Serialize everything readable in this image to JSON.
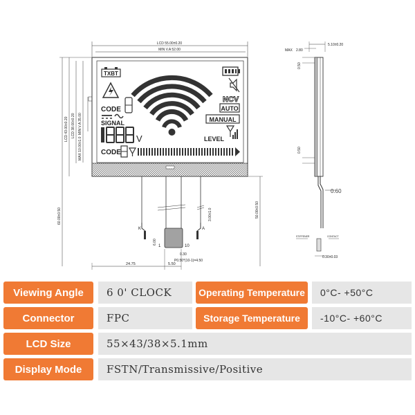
{
  "drawing": {
    "lcd_width_dim": "LCD 55.00±0.20",
    "min_va_width_dim": "MIN V.A 52.00",
    "lcd_height_dim": "LCD 43.00±0.20",
    "lcd_height_dim2": "LCD 38.00±0.20",
    "min_va_height_dim": "MIN V.A 35.00",
    "max_dim": "MAX 10.00±1.0",
    "total_height_dim": "60.00±0.50",
    "fpc_length_dim": "50.00±0.50",
    "fpc_small_dim": "3.00±1.0",
    "left_offset_dim": "24.75",
    "fpc_width_dim": "5.50",
    "pitch_dim": "P0.50*(10-1)=4.50",
    "pin_gap_dim": "0.30",
    "pin_height_dim": "6.00",
    "pin1": "1",
    "pin10": "10",
    "k_label": "K",
    "a_label": "A",
    "side_max_label": "MAX",
    "side_max_val": "2.80",
    "side_thickness": "5.10±0.20",
    "side_050_top": "0.50",
    "side_050_mid": "0.50",
    "side_060": "0.60",
    "side_bottom_dim": "0.30±0.03",
    "side_stiffener": "STIFFENER",
    "side_contact": "CONTACT",
    "seg_txbt": "TXBT",
    "seg_code_top": "CODE",
    "seg_signal": "SIGNAL",
    "seg_digits": "1888",
    "seg_volt": "V",
    "seg_code_bottom": "CODE",
    "seg_ncv": "NCV",
    "seg_auto": "AUTO",
    "seg_manual": "MANUAL",
    "seg_level": "LEVEL"
  },
  "specs": [
    {
      "label": "Viewing Angle",
      "value": "6 0' CLOCK",
      "label2": "Operating Temperature",
      "value2": "0°C- +50°C"
    },
    {
      "label": "Connector",
      "value": "FPC",
      "label2": "Storage Temperature",
      "value2": "-10°C- +60°C"
    },
    {
      "label": "LCD Size",
      "value": "55×43/38×5.1mm"
    },
    {
      "label": "Display Mode",
      "value": "FSTN/Transmissive/Positive"
    }
  ],
  "colors": {
    "accent": "#f07a34",
    "value_bg": "#e6e6e6"
  }
}
